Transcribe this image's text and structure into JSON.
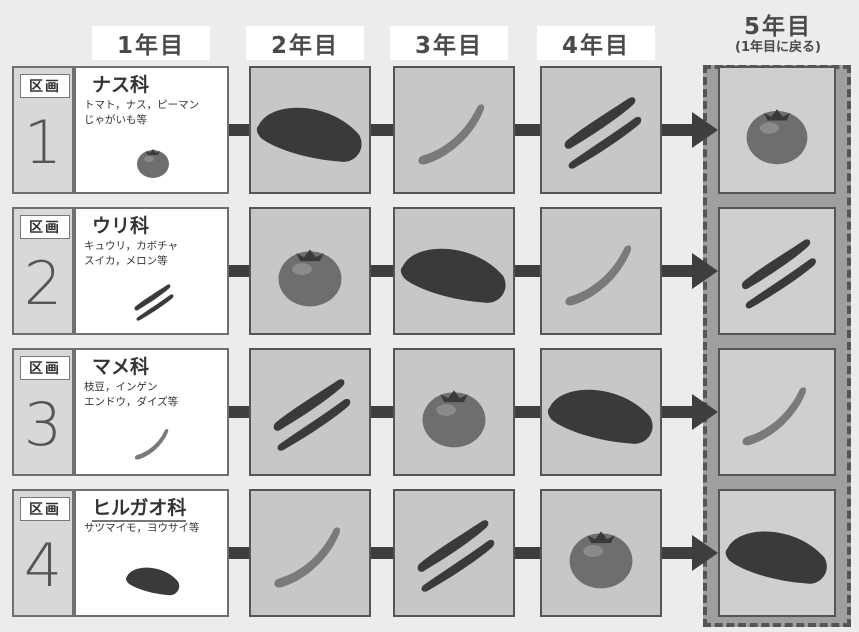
{
  "columns": [
    "1年目",
    "2年目",
    "3年目",
    "4年目"
  ],
  "last_column": {
    "title": "5年目",
    "subtitle": "(1年目に戻る)"
  },
  "rows": [
    {
      "kukaku": "区画",
      "num": "1",
      "family": "ナス科",
      "desc1": "トマト，ナス，ピーマン",
      "desc2": "じゃがいも等",
      "fig": "eggplant-family-tomato-icon"
    },
    {
      "kukaku": "区画",
      "num": "2",
      "family": "ウリ科",
      "desc1": "キュウリ，カボチャ",
      "desc2": "スイカ，メロン等",
      "fig": "cucumber-icon"
    },
    {
      "kukaku": "区画",
      "num": "3",
      "family": "マメ科",
      "desc1": "枝豆，インゲン",
      "desc2": "エンドウ，ダイズ等",
      "fig": "bean-pod-icon"
    },
    {
      "kukaku": "区画",
      "num": "4",
      "family": "ヒルガオ科",
      "desc1": "サツマイモ，ヨウサイ等",
      "desc2": "",
      "fig": "sweet-potato-icon"
    }
  ],
  "rotation": [
    [
      "sweet-potato",
      "bean",
      "cucumber",
      "tomato"
    ],
    [
      "tomato",
      "sweet-potato",
      "bean",
      "cucumber"
    ],
    [
      "cucumber",
      "tomato",
      "sweet-potato",
      "bean"
    ],
    [
      "bean",
      "cucumber",
      "tomato",
      "sweet-potato"
    ]
  ],
  "colors": {
    "cell_bg": "#c7c7c7",
    "frame": "#555555",
    "arrow": "#3e3e3e",
    "veg": "#5a5a5a"
  }
}
